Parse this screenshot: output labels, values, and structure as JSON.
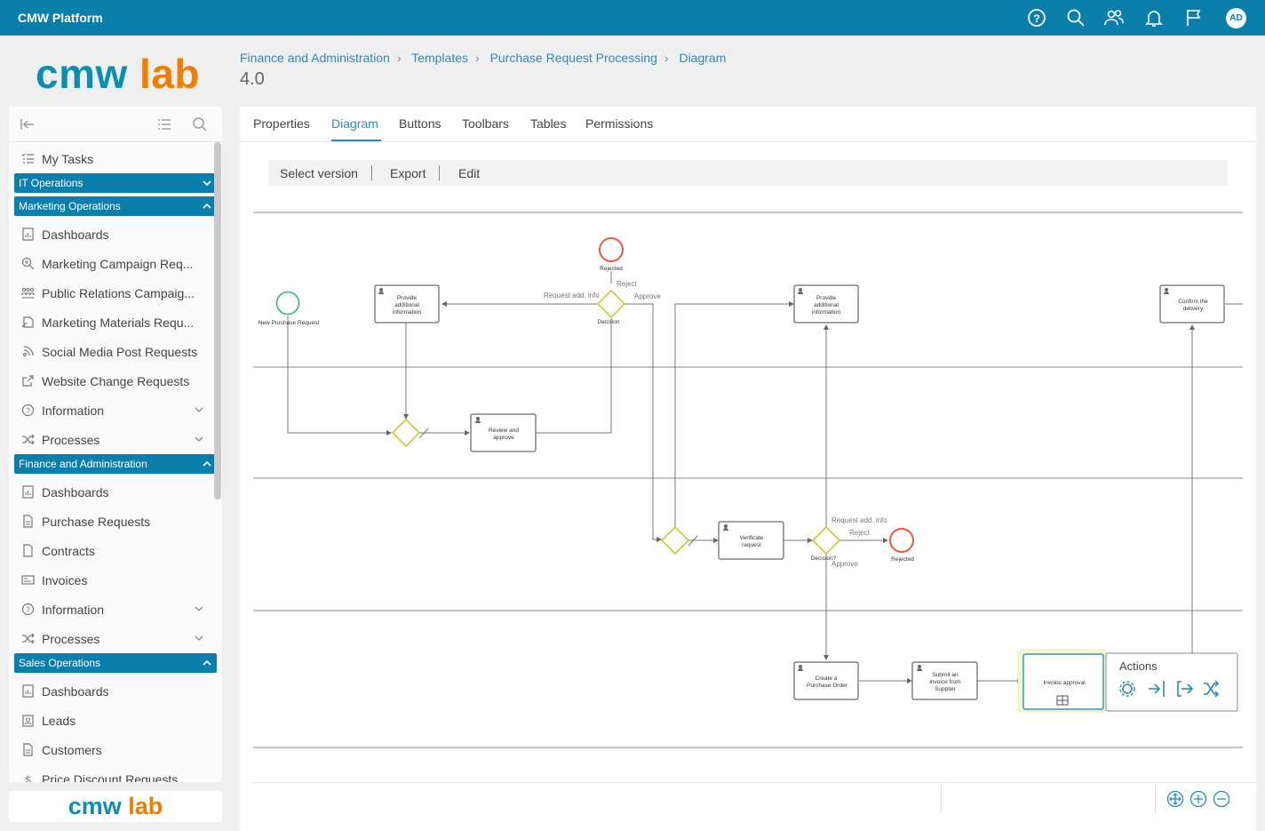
{
  "app": {
    "title": "CMW Platform",
    "user_initials": "AD"
  },
  "logo": {
    "part1": "cmw",
    "part2": "lab"
  },
  "breadcrumb": [
    "Finance and Administration",
    "Templates",
    "Purchase Request Processing",
    "Diagram"
  ],
  "version": "4.0",
  "sidebar": {
    "my_tasks": "My Tasks",
    "groups": [
      {
        "label": "IT Operations",
        "expanded": false
      },
      {
        "label": "Marketing Operations",
        "expanded": true,
        "items": [
          "Dashboards",
          "Marketing Campaign Req...",
          "Public Relations Campaig...",
          "Marketing Materials Requ...",
          "Social Media Post Requests",
          "Website Change Requests",
          "Information",
          "Processes"
        ]
      },
      {
        "label": "Finance and Administration",
        "expanded": true,
        "items": [
          "Dashboards",
          "Purchase Requests",
          "Contracts",
          "Invoices",
          "Information",
          "Processes"
        ]
      },
      {
        "label": "Sales Operations",
        "expanded": true,
        "items": [
          "Dashboards",
          "Leads",
          "Customers",
          "Price Discount Requests"
        ]
      }
    ]
  },
  "tabs": [
    "Properties",
    "Diagram",
    "Buttons",
    "Toolbars",
    "Tables",
    "Permissions"
  ],
  "active_tab": "Diagram",
  "toolbar": {
    "select_version": "Select version",
    "export": "Export",
    "edit": "Edit"
  },
  "diagram": {
    "labels": {
      "new_request": "New Purchase Request",
      "rejected": "Rejected",
      "decision": "Decision",
      "decision_q": "Decision?",
      "reject": "Reject",
      "approve": "Approve",
      "request_add_info": "Request add. info",
      "provide_info": [
        "Provide",
        "additional",
        "information"
      ],
      "review": [
        "Review and",
        "approve"
      ],
      "verificate": [
        "Verificate",
        "request"
      ],
      "confirm": [
        "Confirm the",
        "delivery"
      ],
      "create_po": [
        "Create a",
        "Purchase Order"
      ],
      "submit_invoice": [
        "Submit an",
        "invoice from",
        "Supplier"
      ],
      "invoice_approval": "Invoice approval",
      "actions": "Actions"
    }
  },
  "colors": {
    "accent": "#0b7fab",
    "logo_orange": "#f07d00",
    "start_event": "#2ab58a",
    "end_event": "#e8583d",
    "gateway": "#c9c21a"
  }
}
